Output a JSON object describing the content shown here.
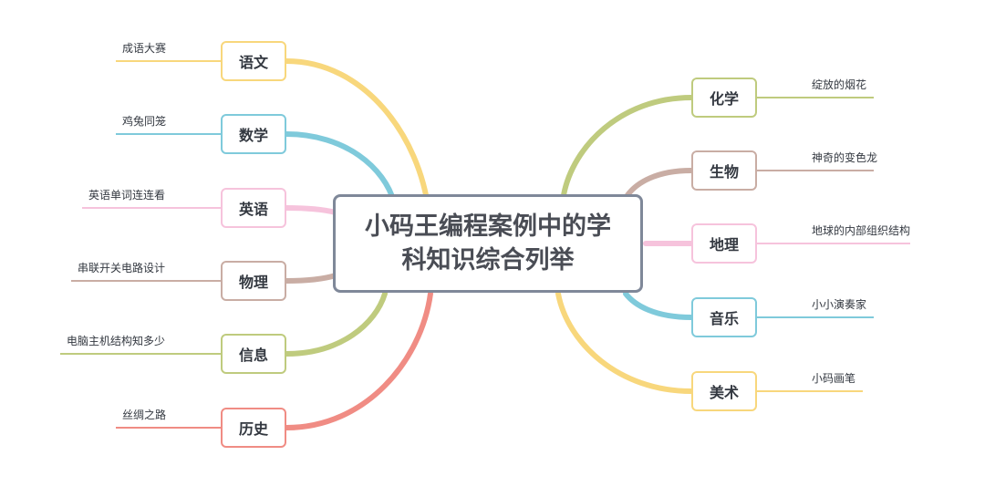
{
  "central": {
    "title": "小码王编程案例中的学科知识综合列举"
  },
  "left_branches": [
    {
      "label": "语文",
      "leaf": "成语大赛",
      "color": "#f8d77c"
    },
    {
      "label": "数学",
      "leaf": "鸡兔同笼",
      "color": "#7fcadb"
    },
    {
      "label": "英语",
      "leaf": "英语单词连连看",
      "color": "#f6c3dc"
    },
    {
      "label": "物理",
      "leaf": "串联开关电路设计",
      "color": "#c9ada4"
    },
    {
      "label": "信息",
      "leaf": "电脑主机结构知多少",
      "color": "#bfcb7e"
    },
    {
      "label": "历史",
      "leaf": "丝绸之路",
      "color": "#f08c84"
    }
  ],
  "right_branches": [
    {
      "label": "化学",
      "leaf": "绽放的烟花",
      "color": "#bfcb7e"
    },
    {
      "label": "生物",
      "leaf": "神奇的变色龙",
      "color": "#c9ada4"
    },
    {
      "label": "地理",
      "leaf": "地球的内部组织结构",
      "color": "#f6c3dc"
    },
    {
      "label": "音乐",
      "leaf": "小小演奏家",
      "color": "#7fcadb"
    },
    {
      "label": "美术",
      "leaf": "小码画笔",
      "color": "#f8d77c"
    }
  ]
}
